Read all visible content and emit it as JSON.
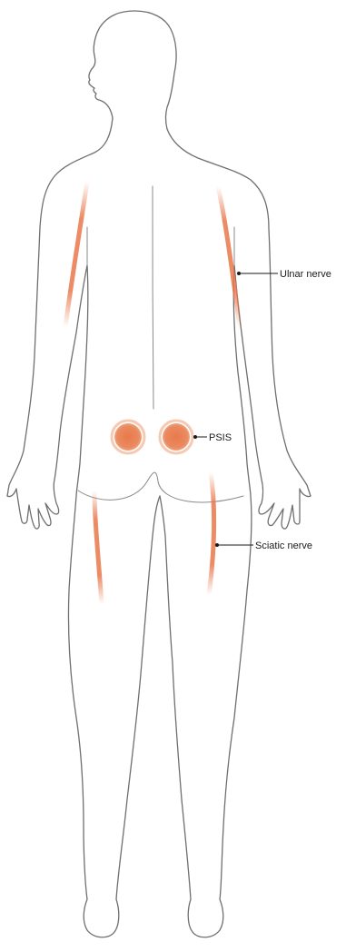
{
  "colors": {
    "outline": "#6f6f6f",
    "nerve": "#e9774a",
    "psis_fill": "#ea8a60",
    "psis_ring": "#f6c9b2",
    "label": "#1a1a1a"
  },
  "labels": {
    "ulnar": "Ulnar nerve",
    "psis": "PSIS",
    "sciatic": "Sciatic nerve"
  }
}
